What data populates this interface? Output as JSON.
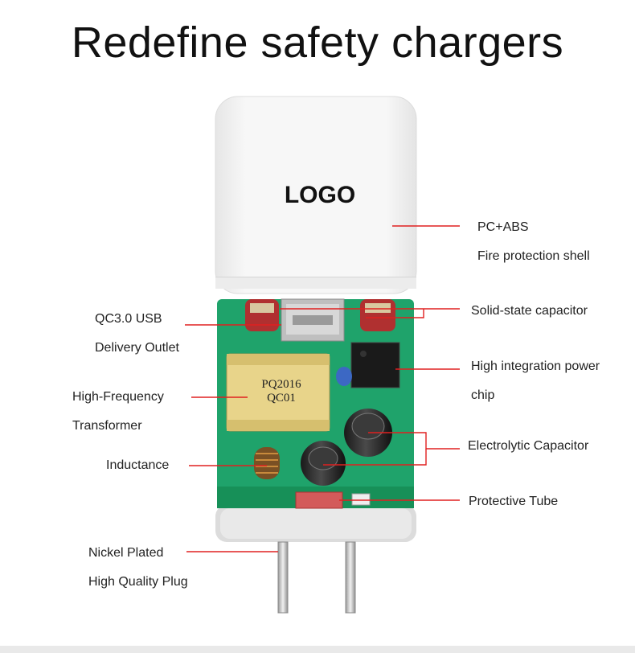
{
  "title": "Redefine safety chargers",
  "logo_text": "LOGO",
  "transformer_text": [
    "PQ2016",
    "QC01"
  ],
  "labels": {
    "shell_line1": "PC+ABS",
    "shell_line2": "Fire protection shell",
    "usb_line1": "QC3.0 USB",
    "usb_line2": "Delivery Outlet",
    "solid_cap": "Solid-state capacitor",
    "chip_line1": "High integration power",
    "chip_line2": "chip",
    "transformer_line1": "High-Frequency",
    "transformer_line2": "Transformer",
    "electrolytic": "Electrolytic Capacitor",
    "inductance": "Inductance",
    "protective": "Protective Tube",
    "plug_line1": "Nickel Plated",
    "plug_line2": "High Quality Plug"
  },
  "colors": {
    "pcb": "#1fa36b",
    "shell": "#f4f4f4",
    "transformer": "#e8d48a",
    "leader": "#e02020"
  }
}
